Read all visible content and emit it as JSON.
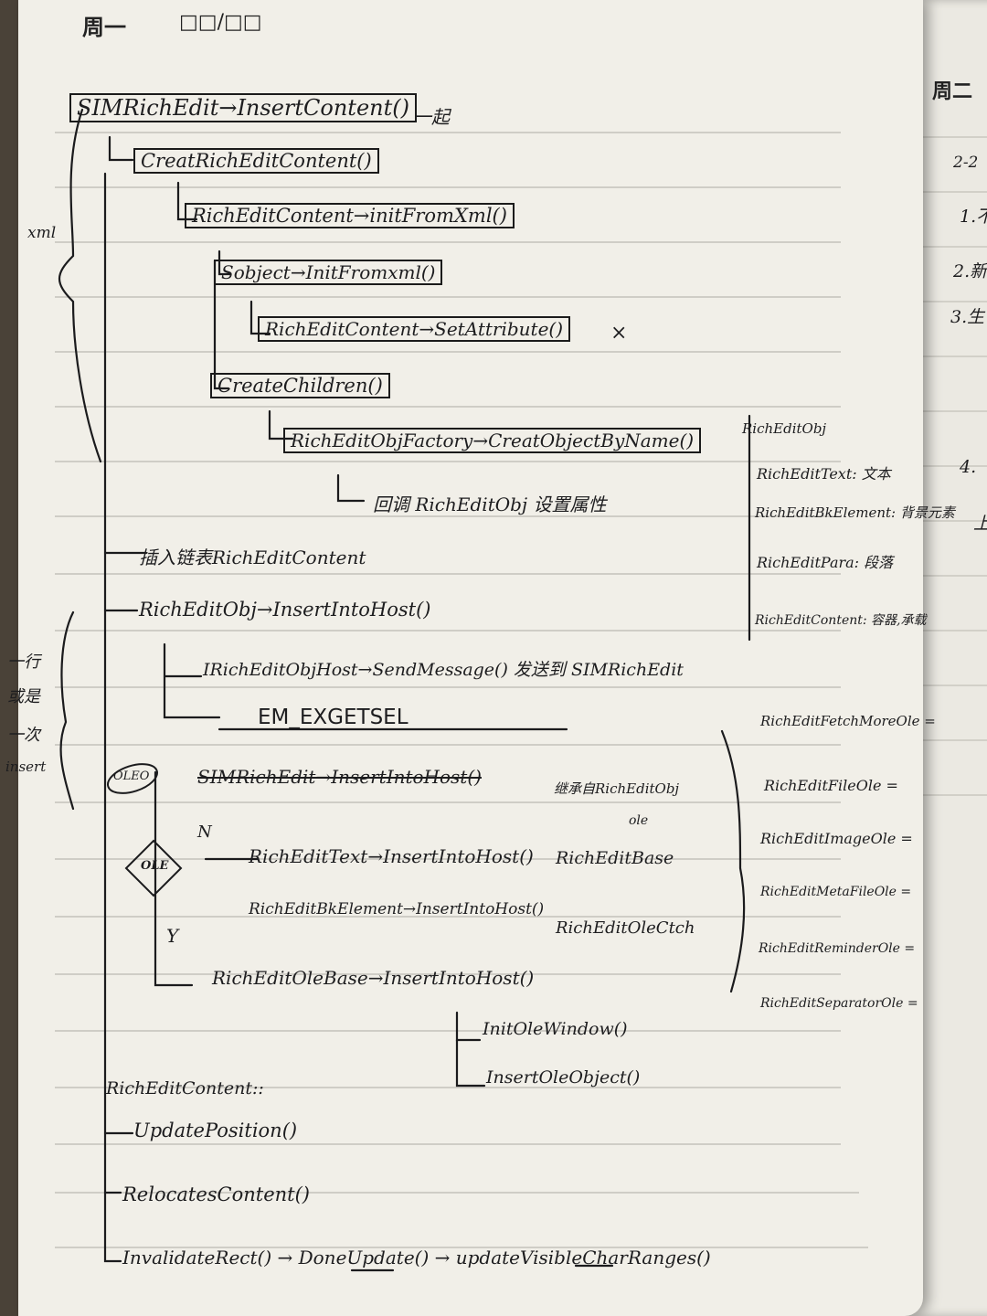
{
  "header": {
    "left_day": "周一",
    "right_day": "周二",
    "date_placeholder": "□□/□□"
  },
  "notes": {
    "n1": "SIMRichEdit→InsertContent()",
    "n1_suffix": "一起",
    "n2": "CreatRichEditContent()",
    "n3": "RichEditContent→initFromXml()",
    "n4": "Sobject→InitFromxml()",
    "n5": "RichEditContent→SetAttribute()",
    "n5_mark": "×",
    "n6": "CreateChildren()",
    "n7": "RichEditObjFactory→CreatObjectByName()",
    "n8": "回调 RichEditObj 设置属性",
    "n9": "插入链表RichEditContent",
    "n10": "RichEditObj→InsertIntoHost()",
    "n11": "IRichEditObjHost→SendMessage() 发送到 SIMRichEdit",
    "n12": "EM_EXGETSEL",
    "n13": "SIMRichEdit→InsertIntoHost()",
    "n14": "继承自RichEditObj",
    "n15": "RichEditText→InsertIntoHost()",
    "n16": "ole",
    "n17": "RichEditBase",
    "n18": "RichEditBkElement→InsertIntoHost()",
    "n19": "RichEditOleCtch",
    "n20": "RichEditOleBase→InsertIntoHost()",
    "n21": "InitOleWindow()",
    "n22": "InsertOleObject()",
    "n23": "RichEditContent::",
    "n24": "UpdatePosition()",
    "n25": "RelocatesContent()",
    "n26": "InvalidateRect() → DoneUpdate() → updateVisibleCharRanges()",
    "n27": "Y",
    "n28": "N",
    "n29": "OLE",
    "n30": "OLEO",
    "n31": "xml",
    "n32": "一行",
    "n33": "或是",
    "n34": "一次",
    "n35": "insert"
  },
  "side_notes": [
    "RichEditObj",
    "RichEditText: 文本",
    "RichEditBkElement: 背景元素",
    "RichEditPara: 段落",
    "RichEditContent: 容器,承载"
  ],
  "ole_list": [
    "RichEditFetchMoreOle =",
    "RichEditFileOle =",
    "RichEditImageOle =",
    "RichEditMetaFileOle =",
    "RichEditReminderOle =",
    "RichEditSeparatorOle ="
  ],
  "right_page_notes": [
    "2-2",
    "1.不",
    "2.新",
    "3.生",
    "4.",
    "上"
  ]
}
